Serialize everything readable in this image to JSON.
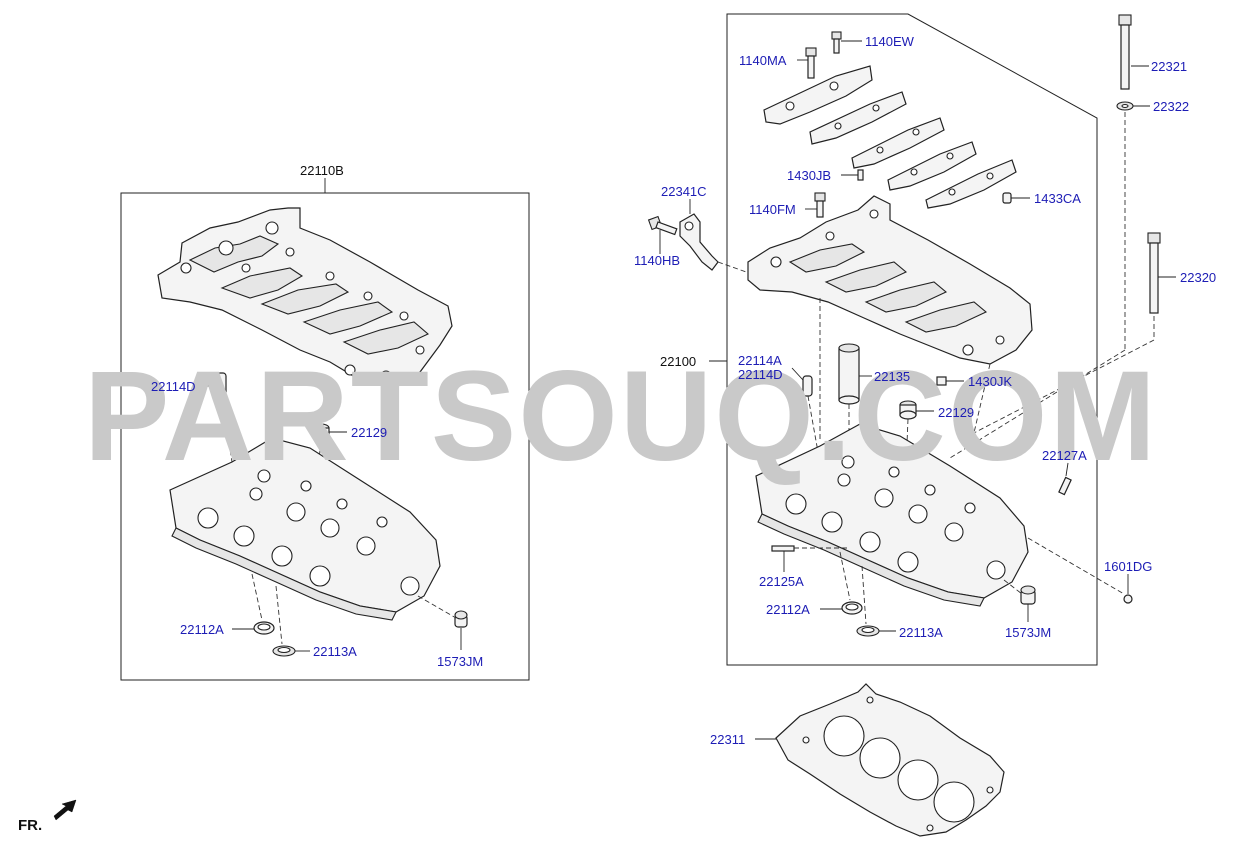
{
  "watermark": "PARTSOUQ.COM",
  "direction_label": "FR.",
  "colors": {
    "label": "#1d1db5",
    "line": "#222222",
    "watermark": "#c9c9c9"
  },
  "left_group": {
    "assembly_label": "22110B",
    "labels": {
      "p22114D": "22114D",
      "p22129": "22129",
      "p22112A": "22112A",
      "p22113A": "22113A",
      "p1573JM": "1573JM"
    }
  },
  "right_group": {
    "assembly_label": "22100",
    "labels": {
      "p1140MA": "1140MA",
      "p1140EW": "1140EW",
      "p22321": "22321",
      "p22322": "22322",
      "p22341C": "22341C",
      "p1430JB": "1430JB",
      "p1140FM": "1140FM",
      "p1433CA": "1433CA",
      "p1140HB": "1140HB",
      "p22320": "22320",
      "p22114A": "22114A",
      "p22114D": "22114D",
      "p22135": "22135",
      "p1430JK": "1430JK",
      "p22129": "22129",
      "p22127A": "22127A",
      "p22125A": "22125A",
      "p1601DG": "1601DG",
      "p22112A": "22112A",
      "p22113A": "22113A",
      "p1573JM": "1573JM"
    }
  },
  "gasket_label": "22311"
}
